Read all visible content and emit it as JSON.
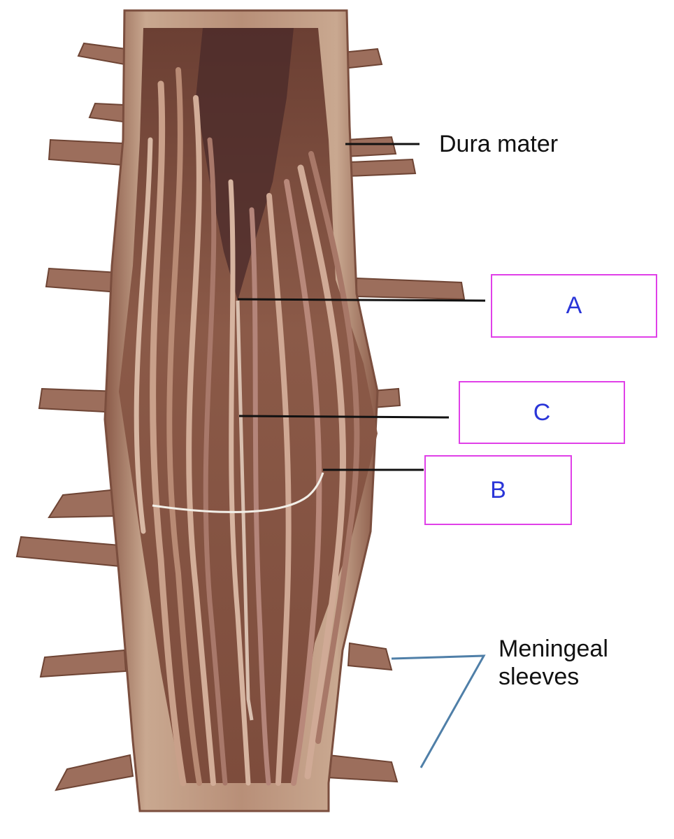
{
  "labels": {
    "dura_mater": "Dura mater",
    "meningeal_sleeves_line1": "Meningeal",
    "meningeal_sleeves_line2": "sleeves"
  },
  "answer_boxes": {
    "a": "A",
    "c": "C",
    "b": "B"
  },
  "colors": {
    "box_border": "#e040e8",
    "box_letter": "#2a35d8",
    "leader_line": "#111111",
    "sleeve_pointer": "#4f7fa8",
    "tissue": "#9a6a58"
  }
}
